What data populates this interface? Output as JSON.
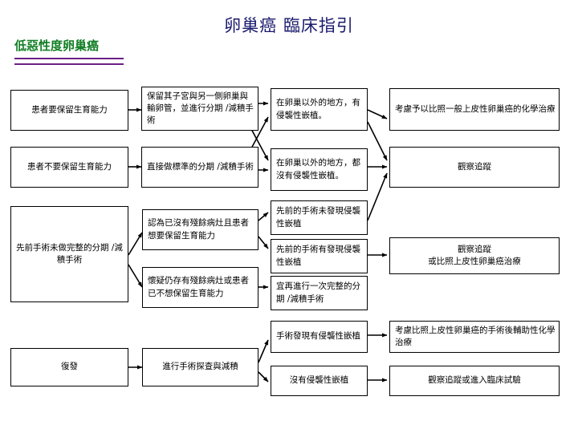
{
  "header": {
    "title": "卵巢癌 臨床指引",
    "subtitle": "低惡性度卵巢癌",
    "title_color": "#1a1a6e",
    "subtitle_color": "#127f25",
    "rule_color": "#6b1f86"
  },
  "flowchart": {
    "type": "flowchart",
    "orientation": "left-to-right",
    "nodes": {
      "n1": "患者要保留生育能力",
      "n2": "保留其子宮與另一側卵巢與輸卵管，並進行分期 /減積手術",
      "n3": "患者不要保留生育能力",
      "n4": "直接做標準的分期 /減積手術",
      "n5": "在卵巢以外的地方，有侵襲性嵌植。",
      "n6": "在卵巢以外的地方，都沒有侵襲性嵌植。",
      "n7": "考慮予以比照一般上皮性卵巢癌的化學治療",
      "n8": "觀察追蹤",
      "n9": "先前手術未做完整的分期 /減積手術",
      "n10": "認為已沒有殘餘病灶且患者想要保留生育能力",
      "n11": "懷疑仍存有殘餘病灶或患者已不想保留生育能力",
      "n12": "先前的手術未發現侵襲性嵌植",
      "n13": "先前的手術有發現侵襲性嵌植",
      "n14": "宜再進行一次完整的分期 /減積手術",
      "n15": "觀察追蹤\n或比照上皮性卵巢癌治療",
      "n16": "復發",
      "n17": "進行手術探查與減積",
      "n18": "手術發現有侵襲性嵌植",
      "n19": "沒有侵襲性嵌植",
      "n20": "考慮比照上皮性卵巢癌的手術後輔助性化學治療",
      "n21": "觀察追蹤或進入臨床試驗"
    },
    "edges": [
      {
        "from": "n1",
        "to": "n2"
      },
      {
        "from": "n2",
        "to": "n5"
      },
      {
        "from": "n2",
        "to": "n6"
      },
      {
        "from": "n3",
        "to": "n4"
      },
      {
        "from": "n4",
        "to": "n5"
      },
      {
        "from": "n4",
        "to": "n6"
      },
      {
        "from": "n5",
        "to": "n7"
      },
      {
        "from": "n5",
        "to": "n8"
      },
      {
        "from": "n6",
        "to": "n8"
      },
      {
        "from": "n9",
        "to": "n10"
      },
      {
        "from": "n9",
        "to": "n11"
      },
      {
        "from": "n10",
        "to": "n12"
      },
      {
        "from": "n10",
        "to": "n13"
      },
      {
        "from": "n11",
        "to": "n14"
      },
      {
        "from": "n12",
        "to": "n8"
      },
      {
        "from": "n13",
        "to": "n15"
      },
      {
        "from": "n16",
        "to": "n17"
      },
      {
        "from": "n17",
        "to": "n18"
      },
      {
        "from": "n17",
        "to": "n19"
      },
      {
        "from": "n18",
        "to": "n20"
      },
      {
        "from": "n19",
        "to": "n21"
      }
    ]
  }
}
